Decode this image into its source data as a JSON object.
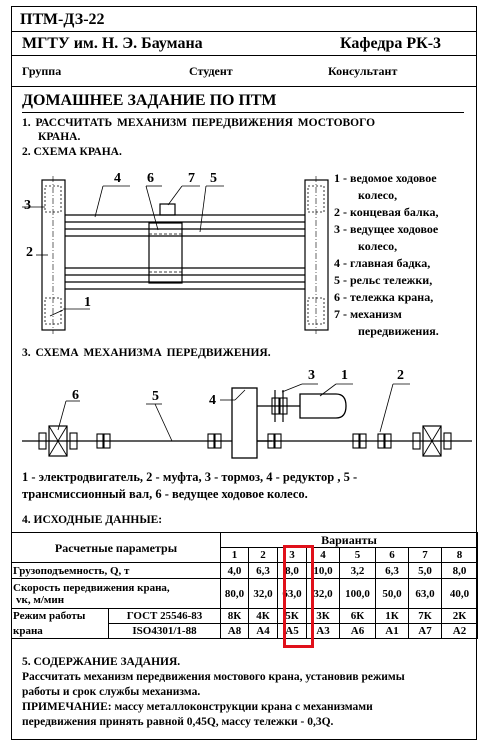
{
  "header": {
    "code": "ПТМ-ДЗ-22",
    "university": "МГТУ им. Н. Э. Баумана",
    "department": "Кафедра РК-3",
    "group_label": "Группа",
    "student_label": "Студент",
    "consultant_label": "Консультант"
  },
  "title": "ДОМАШНЕЕ ЗАДАНИЕ ПО ПТМ",
  "task1": {
    "line1": "1. РАССЧИТАТЬ МЕХАНИЗМ ПЕРЕДВИЖЕНИЯ МОСТОВОГО",
    "line2": "КРАНА."
  },
  "crane_scheme": {
    "heading": "2. СХЕМА КРАНА.",
    "labels": [
      "1",
      "2",
      "3",
      "4",
      "6",
      "7",
      "5"
    ],
    "legend": [
      "1 - ведомое ходовое",
      "колесо,",
      "2 - концевая балка,",
      "3 - ведущее ходовое",
      "колесо,",
      "4 - главная бадка,",
      "5 - рельс тележки,",
      "6 - тележка крана,",
      "7 - механизм",
      "передвижения."
    ]
  },
  "mechanism_scheme": {
    "heading": "3. СХЕМА МЕХАНИЗМА ПЕРЕДВИЖЕНИЯ.",
    "labels": [
      "6",
      "5",
      "4",
      "3",
      "1",
      "2"
    ],
    "caption_line1": "1 - электродвигатель, 2 - муфта, 3 - тормоз, 4 - редуктор , 5 -",
    "caption_line2": "трансмиссионный вал, 6 - ведущее ходовое колесо."
  },
  "initial_data": {
    "heading": "4. ИСХОДНЫЕ ДАННЫЕ:",
    "params_header": "Расчетные параметры",
    "variants_header": "Варианты",
    "variant_numbers": [
      "1",
      "2",
      "3",
      "4",
      "5",
      "6",
      "7",
      "8"
    ],
    "load_label": "Грузоподъемность, Q, т",
    "load_values": [
      "4,0",
      "6,3",
      "8,0",
      "10,0",
      "3,2",
      "6,3",
      "5,0",
      "8,0"
    ],
    "speed_label_line1": "Скорость передвижения крана,",
    "speed_label_line2": "vк, м/мин",
    "speed_values": [
      "80,0",
      "32,0",
      "63,0",
      "32,0",
      "100,0",
      "50,0",
      "63,0",
      "40,0"
    ],
    "mode_label_line1": "Режим работы",
    "mode_label_line2": "крана",
    "gost_label": "ГОСТ 25546-83",
    "gost_values": [
      "8К",
      "4К",
      "5К",
      "3К",
      "6К",
      "1К",
      "7К",
      "2К"
    ],
    "iso_label": "ISO4301/1-88",
    "iso_values": [
      "А8",
      "А4",
      "А5",
      "А3",
      "А6",
      "А1",
      "А7",
      "А2"
    ],
    "highlight_color": "#e0101a"
  },
  "content": {
    "heading": "5. СОДЕРЖАНИЕ ЗАДАНИЯ.",
    "line1": "Рассчитать механизм передвижения мостового крана, установив режимы",
    "line2": "работы и срок службы механизма.",
    "note_line1": "ПРИМЕЧАНИЕ: массу металлоконструкции крана с механизмами",
    "note_line2": "передвижения принять равной 0,45Q, массу тележки - 0,3Q."
  }
}
